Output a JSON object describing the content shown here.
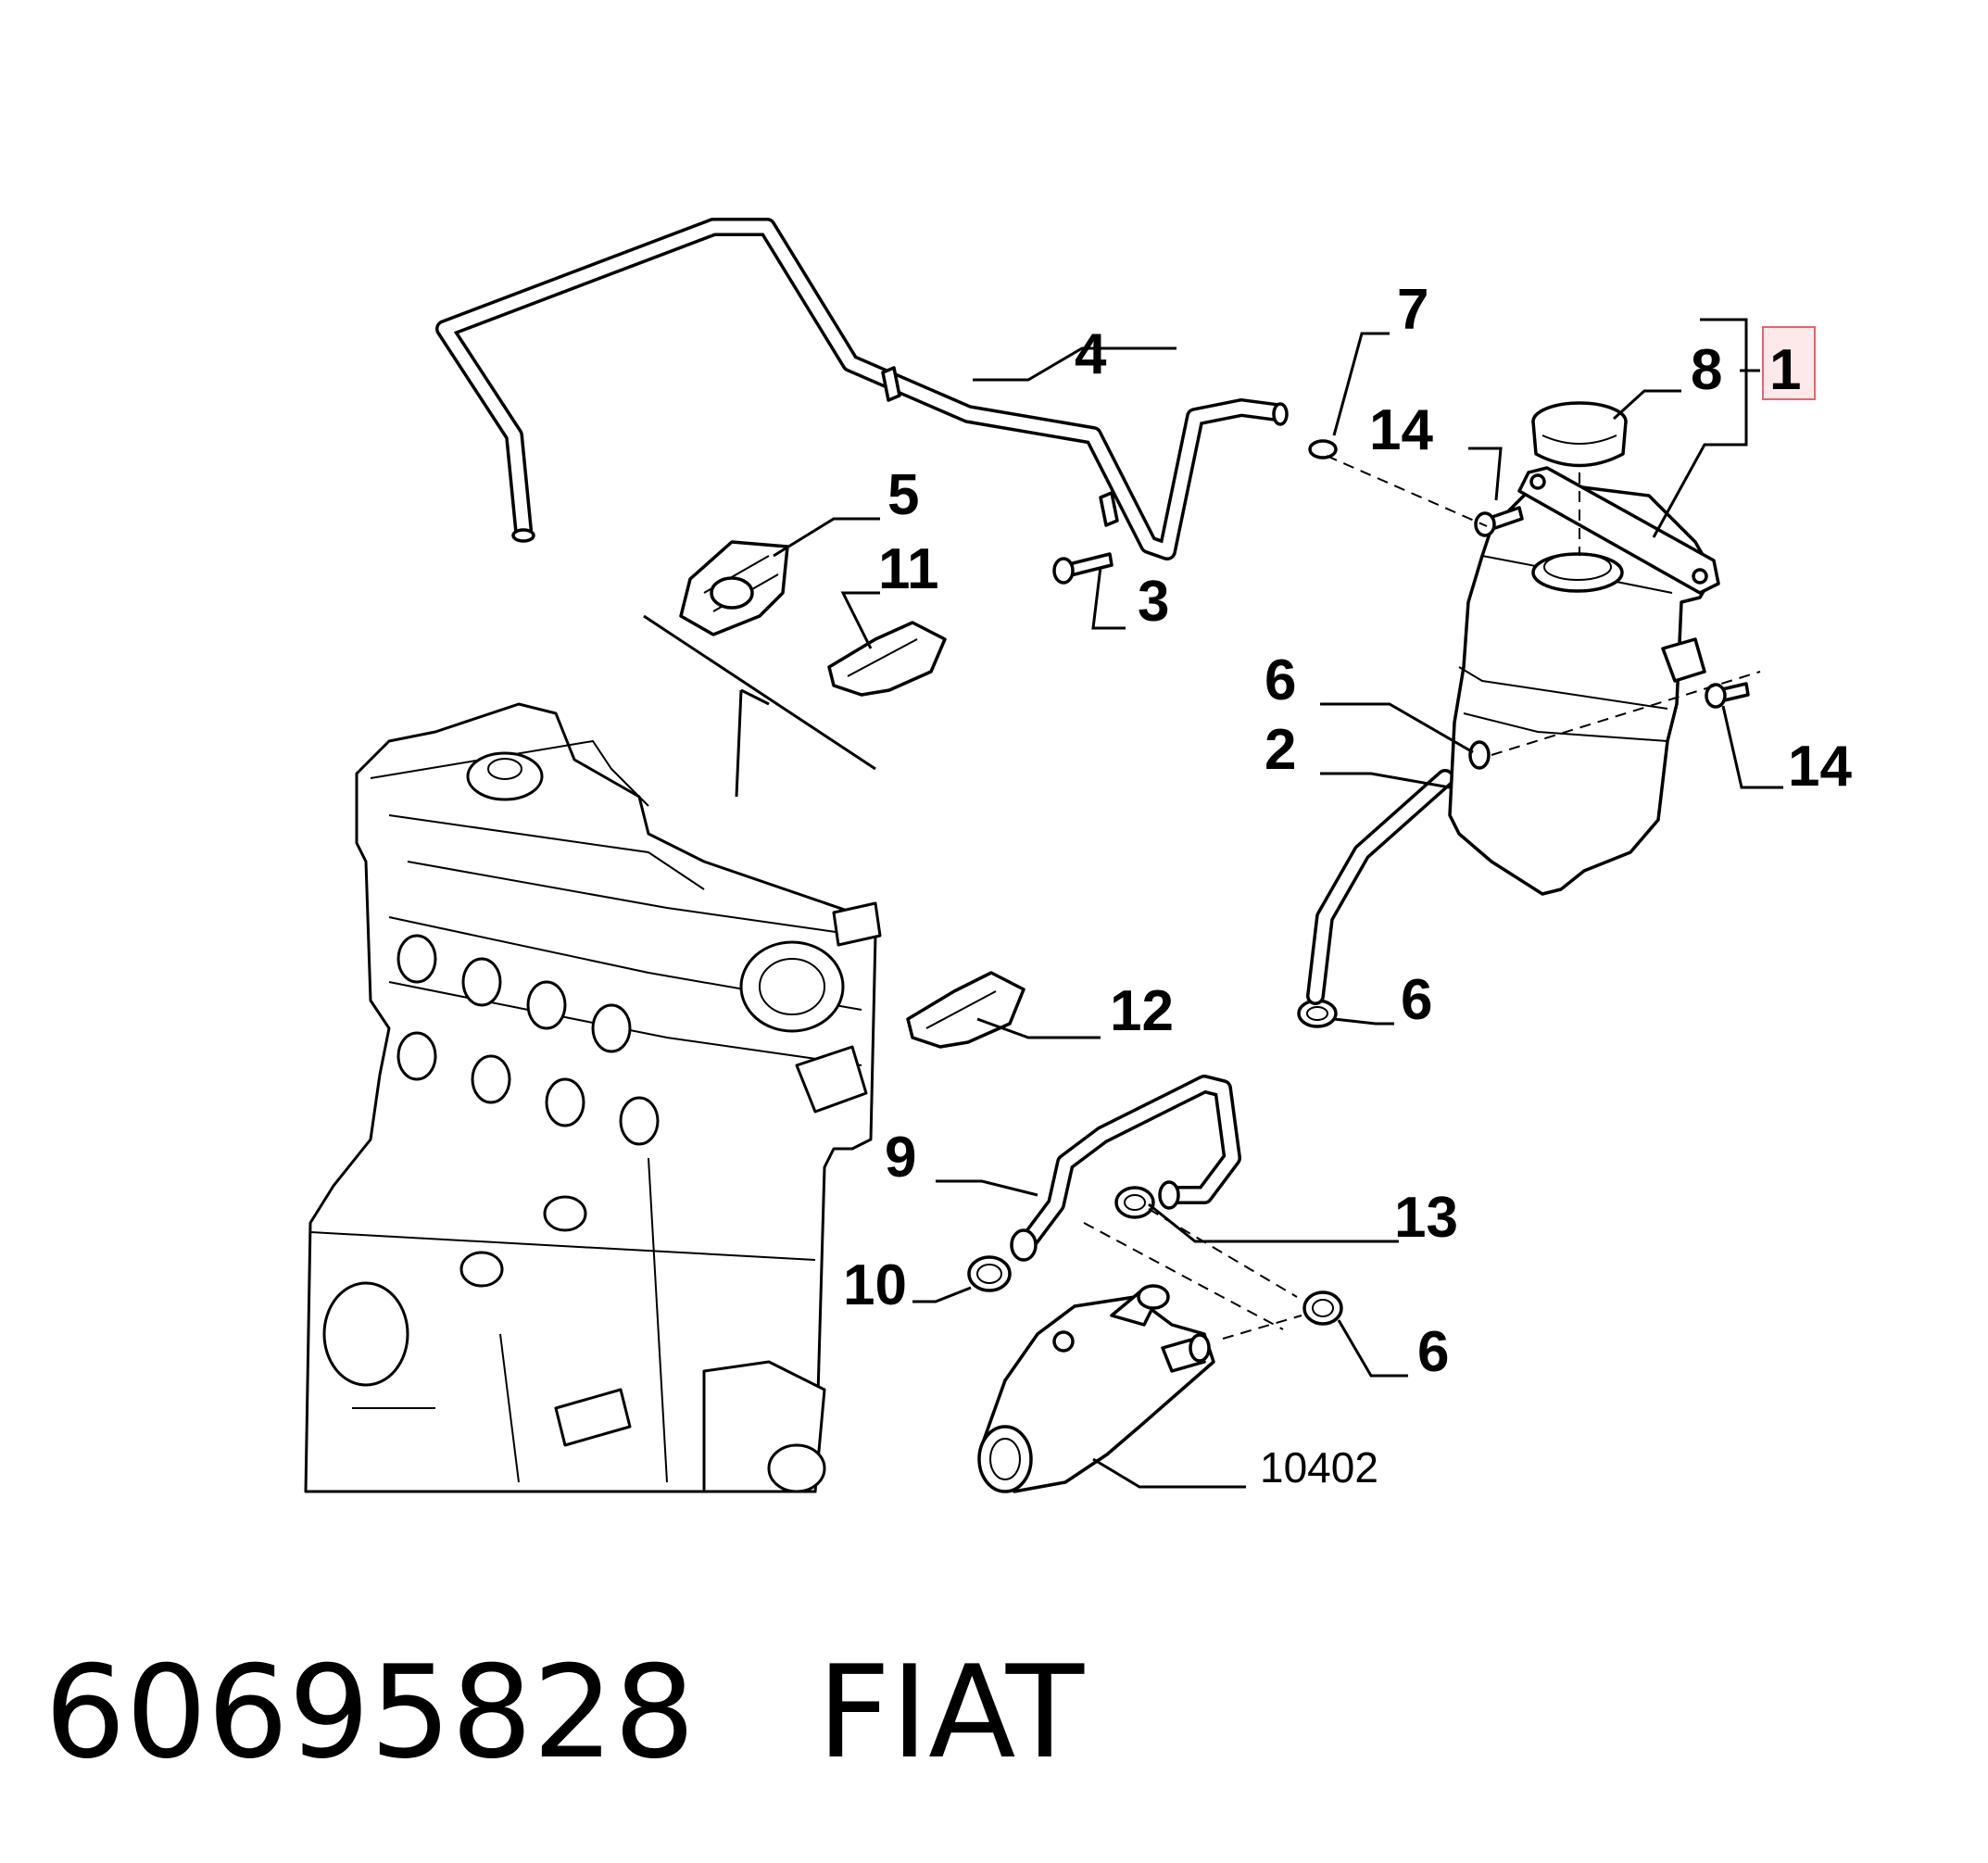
{
  "callouts": {
    "c1": "1",
    "c2": "2",
    "c3": "3",
    "c4": "4",
    "c5": "5",
    "c6a": "6",
    "c6b": "6",
    "c6c": "6",
    "c7": "7",
    "c8": "8",
    "c9": "9",
    "c10": "10",
    "c11": "11",
    "c12": "12",
    "c13": "13",
    "c14a": "14",
    "c14b": "14",
    "ref": "10402"
  },
  "footer": {
    "part_number": "60695828",
    "brand": "FIAT"
  },
  "colors": {
    "highlight_fill": "#fde8ea",
    "highlight_stroke": "#e0666e",
    "ink": "#000000"
  }
}
